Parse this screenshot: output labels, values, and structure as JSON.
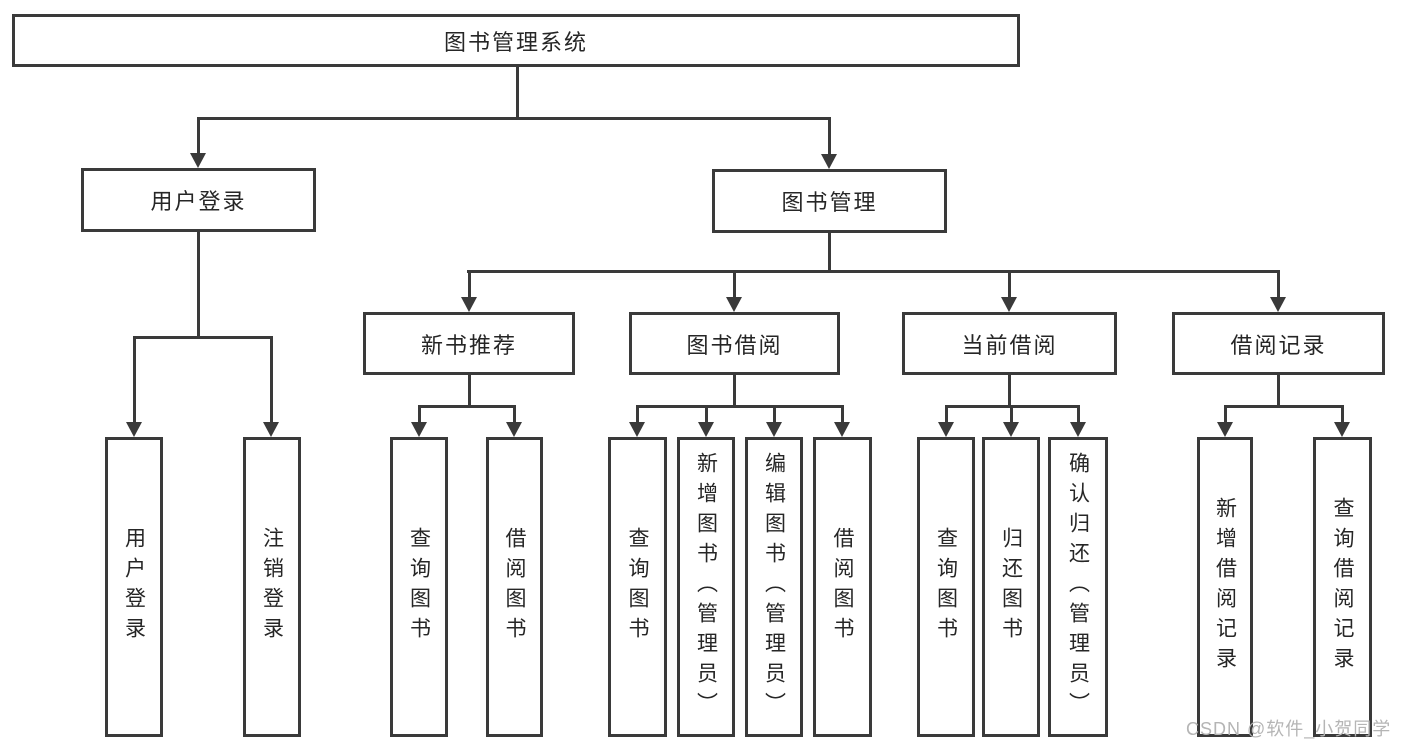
{
  "colors": {
    "line": "#3a3a3a",
    "text": "#262626",
    "watermark": "#b5b5b5",
    "background": "#ffffff"
  },
  "diagram": {
    "type": "tree",
    "title": "图书管理系统",
    "branches": [
      {
        "label": "用户登录",
        "children": [
          {
            "label": "用户登录"
          },
          {
            "label": "注销登录"
          }
        ]
      },
      {
        "label": "图书管理",
        "children": [
          {
            "label": "新书推荐",
            "children": [
              {
                "label": "查询图书"
              },
              {
                "label": "借阅图书"
              }
            ]
          },
          {
            "label": "图书借阅",
            "children": [
              {
                "label": "查询图书"
              },
              {
                "label": "新增图书（管理员）"
              },
              {
                "label": "编辑图书（管理员）"
              },
              {
                "label": "借阅图书"
              }
            ]
          },
          {
            "label": "当前借阅",
            "children": [
              {
                "label": "查询图书"
              },
              {
                "label": "归还图书"
              },
              {
                "label": "确认归还（管理员）"
              }
            ]
          },
          {
            "label": "借阅记录",
            "children": [
              {
                "label": "新增借阅记录"
              },
              {
                "label": "查询借阅记录"
              }
            ]
          }
        ]
      }
    ]
  },
  "watermark": {
    "text": "CSDN @软件_小贺同学"
  }
}
